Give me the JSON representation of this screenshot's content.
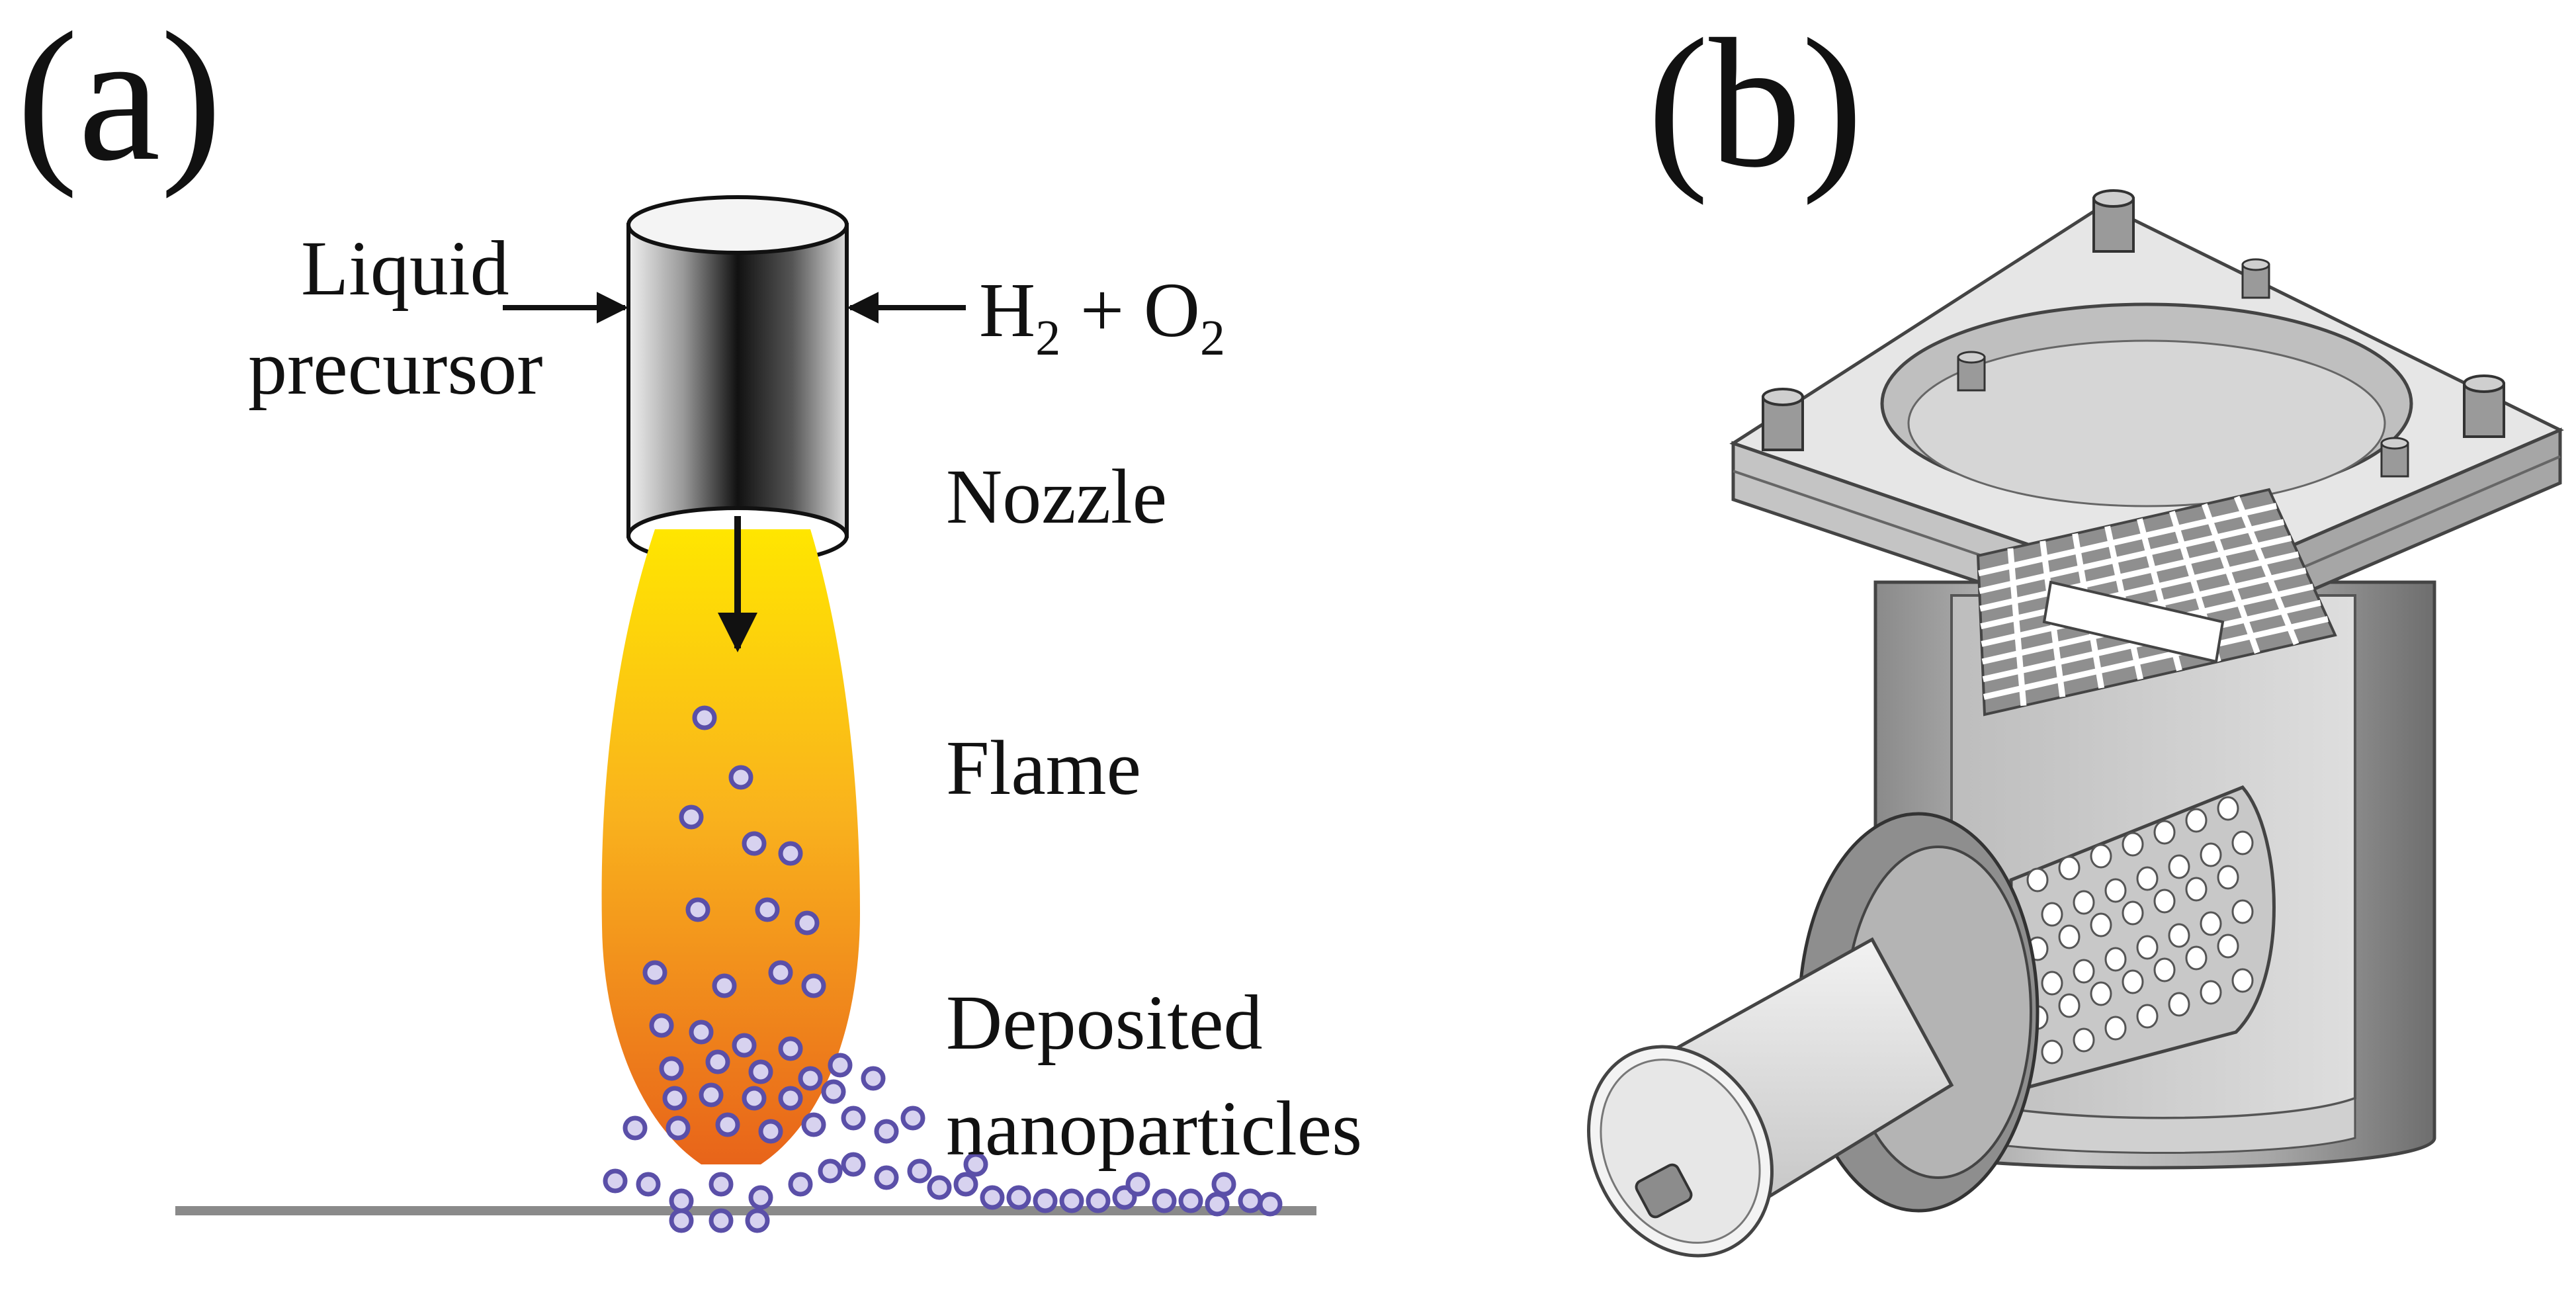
{
  "panels": {
    "a": {
      "label": "(a)",
      "inlet_left_line1": "Liquid",
      "inlet_left_line2": "precursor",
      "gas_h": "H",
      "gas_h_sub": "2",
      "gas_plus_o": " + O",
      "gas_o_sub": "2",
      "nozzle": "Nozzle",
      "flame": "Flame",
      "deposited_line1": "Deposited",
      "deposited_line2": "nanoparticles"
    },
    "b": {
      "label": "(b)"
    }
  },
  "colors": {
    "flame_top": "#ffe600",
    "flame_bottom": "#e8641a",
    "particle_fill": "#d7d2ef",
    "particle_stroke": "#5a4fa8",
    "substrate": "#8a8a8a",
    "metal_light": "#d9d9d9",
    "metal_mid": "#b0b0b0",
    "metal_dark": "#7a7a7a"
  }
}
